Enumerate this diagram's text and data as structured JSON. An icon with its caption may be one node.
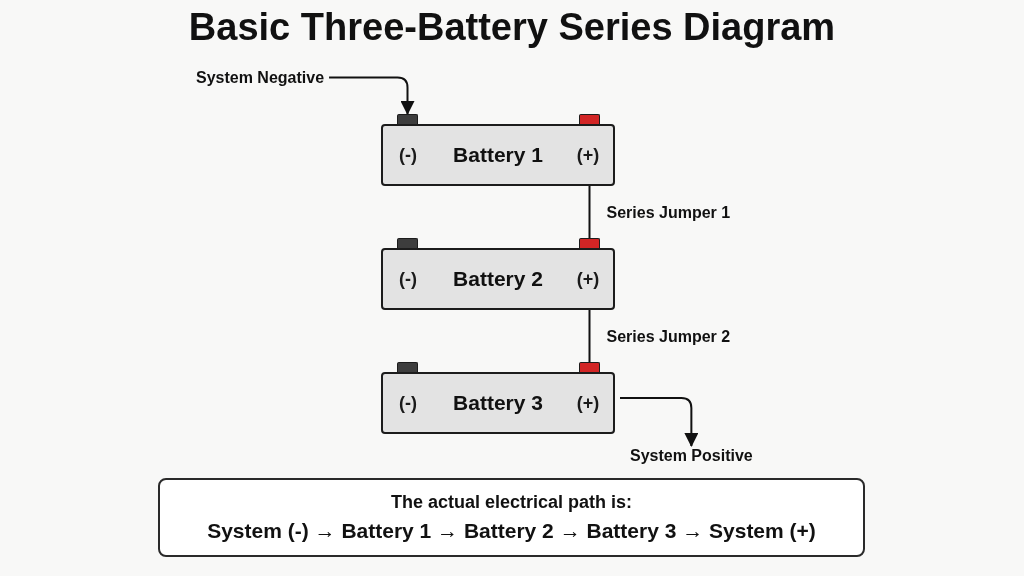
{
  "diagram": {
    "title": "Basic Three-Battery Series Diagram",
    "nodes": [
      {
        "text": [
          "System Negative"
        ]
      },
      {
        "text": [],
        "shape": "box"
      },
      {
        "text": [
          "(-)",
          "Battery 1",
          "(+)"
        ]
      },
      {
        "text": [],
        "shape": "box"
      },
      {
        "text": [
          "(-)",
          "Battery 2",
          "(+)"
        ]
      },
      {
        "text": [],
        "shape": "box"
      },
      {
        "text": [
          "(-)",
          "Battery 3",
          "(+)"
        ]
      },
      {
        "text": [
          "System Positive"
        ]
      },
      {
        "text": [
          "The actual electrical path is:",
          "System (-) → Battery 1 → Battery 2 → Battery 3 → System (+)"
        ]
      }
    ],
    "edges": [
      {
        "from": 0,
        "to": 1,
        "arrow": "to"
      },
      {
        "from": 2,
        "to": 3,
        "arrow": "none",
        "label": "Series Jumper 1"
      },
      {
        "from": 4,
        "to": 5,
        "arrow": "none",
        "label": "Series Jumper 2"
      },
      {
        "from": 6,
        "to": 7,
        "arrow": "to"
      }
    ]
  }
}
